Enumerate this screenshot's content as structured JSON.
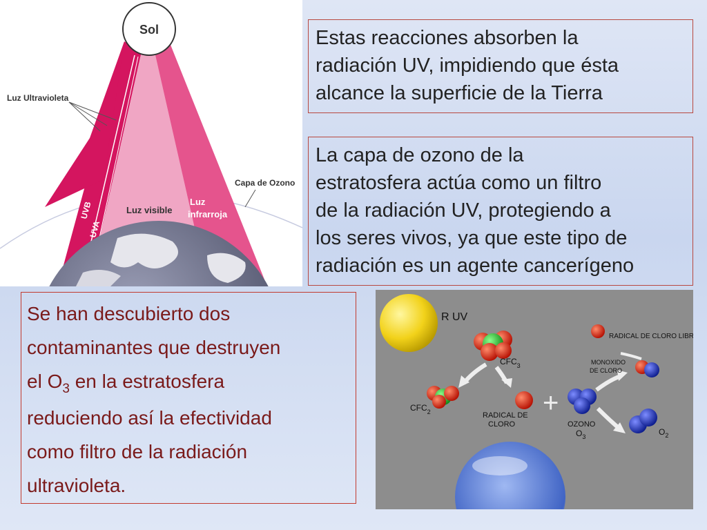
{
  "sun_diagram": {
    "sun_label": "Sol",
    "uv_label": "Luz Ultravioleta",
    "ozone_label": "Capa de Ozono",
    "uvb": "UVB",
    "uva": "UVA",
    "visible": "Luz visible",
    "infrared_line1": "Luz",
    "infrared_line2": "infrarroja",
    "colors": {
      "uv": "#d4155f",
      "visible": "#f0a6c4",
      "infrared": "#e5548d"
    }
  },
  "box_reacciones": {
    "lines": [
      "Estas reacciones absorben la",
      "radiación UV, impidiendo que ésta",
      "alcance la superficie de la Tierra"
    ]
  },
  "box_capa": {
    "lines": [
      "La capa de ozono de la",
      "estratosfera actúa como un filtro",
      "de la radiación UV, protegiendo a",
      "los seres vivos, ya que este tipo de",
      "radiación es un agente cancerígeno"
    ]
  },
  "box_contaminantes": {
    "line1": "Se han descubierto dos",
    "line2": "contaminantes que destruyen",
    "line3_pre": "el O",
    "line3_sub": "3",
    "line3_post": " en la estratosfera",
    "line4": "reduciendo así la efectividad",
    "line5": "como filtro de la radiación",
    "line6": "ultravioleta."
  },
  "molecule_diagram": {
    "r_uv": "R UV",
    "cfc3": "CFC",
    "cfc3_sub": "3",
    "cfc2": "CFC",
    "cfc2_sub": "2",
    "radical_cloro_1": "RADICAL DE",
    "radical_cloro_2": "CLORO",
    "radical_libre": "RADICAL DE    CLORO LIBRE",
    "monoxido_1": "MONOXIDO",
    "monoxido_2": "DE CLORO",
    "ozono": "OZONO",
    "o3": "O",
    "o3_sub": "3",
    "o2": "O",
    "o2_sub": "2",
    "plus": "+"
  }
}
